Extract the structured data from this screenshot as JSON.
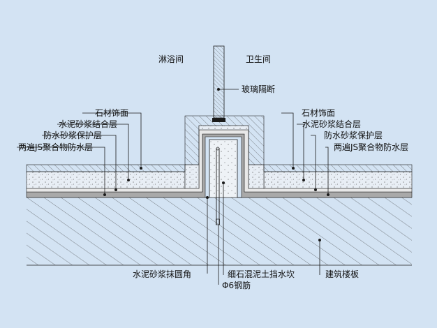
{
  "labels": {
    "shower_room": "淋浴间",
    "toilet_room": "卫生间",
    "glass_partition": "玻璃隔断",
    "stone_finish": "石材饰面",
    "mortar_bond": "水泥砂浆结合层",
    "mortar_protect": "防水砂浆保护层",
    "js_waterproof": "两遍JS聚合物防水层",
    "mortar_fillet": "水泥砂浆抹圆角",
    "concrete_curb": "细石混泥土挡水坎",
    "rebar": "Φ6钢筋",
    "floor_slab": "建筑楼板"
  },
  "colors": {
    "background": "#d3e3f3",
    "line": "#1a1a1a",
    "slab_hatch": "#333333",
    "stone_hatch": "#444444",
    "mortar_fill": "#e6eef6",
    "waterproof_fill": "#a9a9a9"
  }
}
